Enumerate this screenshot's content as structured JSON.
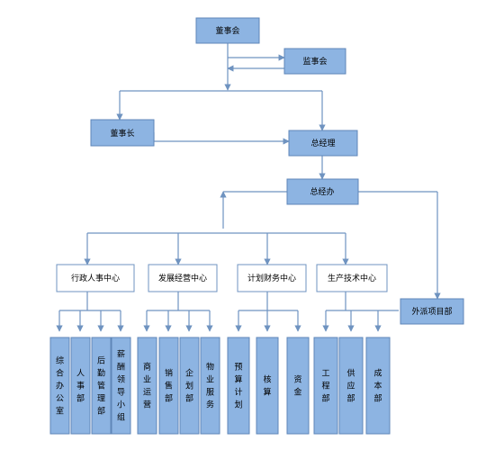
{
  "nodes": {
    "board": "董事会",
    "supervisors": "监事会",
    "chairman": "董事长",
    "gm": "总经理",
    "gm_office": "总经办",
    "admin_hr_center": "行政人事中心",
    "development_center": "发展经营中心",
    "planning_finance_center": "计划财务中心",
    "production_tech_center": "生产技术中心",
    "external_projects": "外派项目部"
  },
  "departments": {
    "admin_hr": [
      "综合办公室",
      "人事部",
      "后勤管理部",
      "薪酬领导小组"
    ],
    "development": [
      "商业运营",
      "销售部",
      "企划部",
      "物业服务"
    ],
    "planning_finance": [
      "预算计划",
      "核算",
      "资金"
    ],
    "production_tech": [
      "工程部",
      "供应部",
      "成本部"
    ]
  },
  "colors": {
    "box_fill": "#8db4e2",
    "box_border": "#5f86b8",
    "connector": "#6f93c0"
  }
}
